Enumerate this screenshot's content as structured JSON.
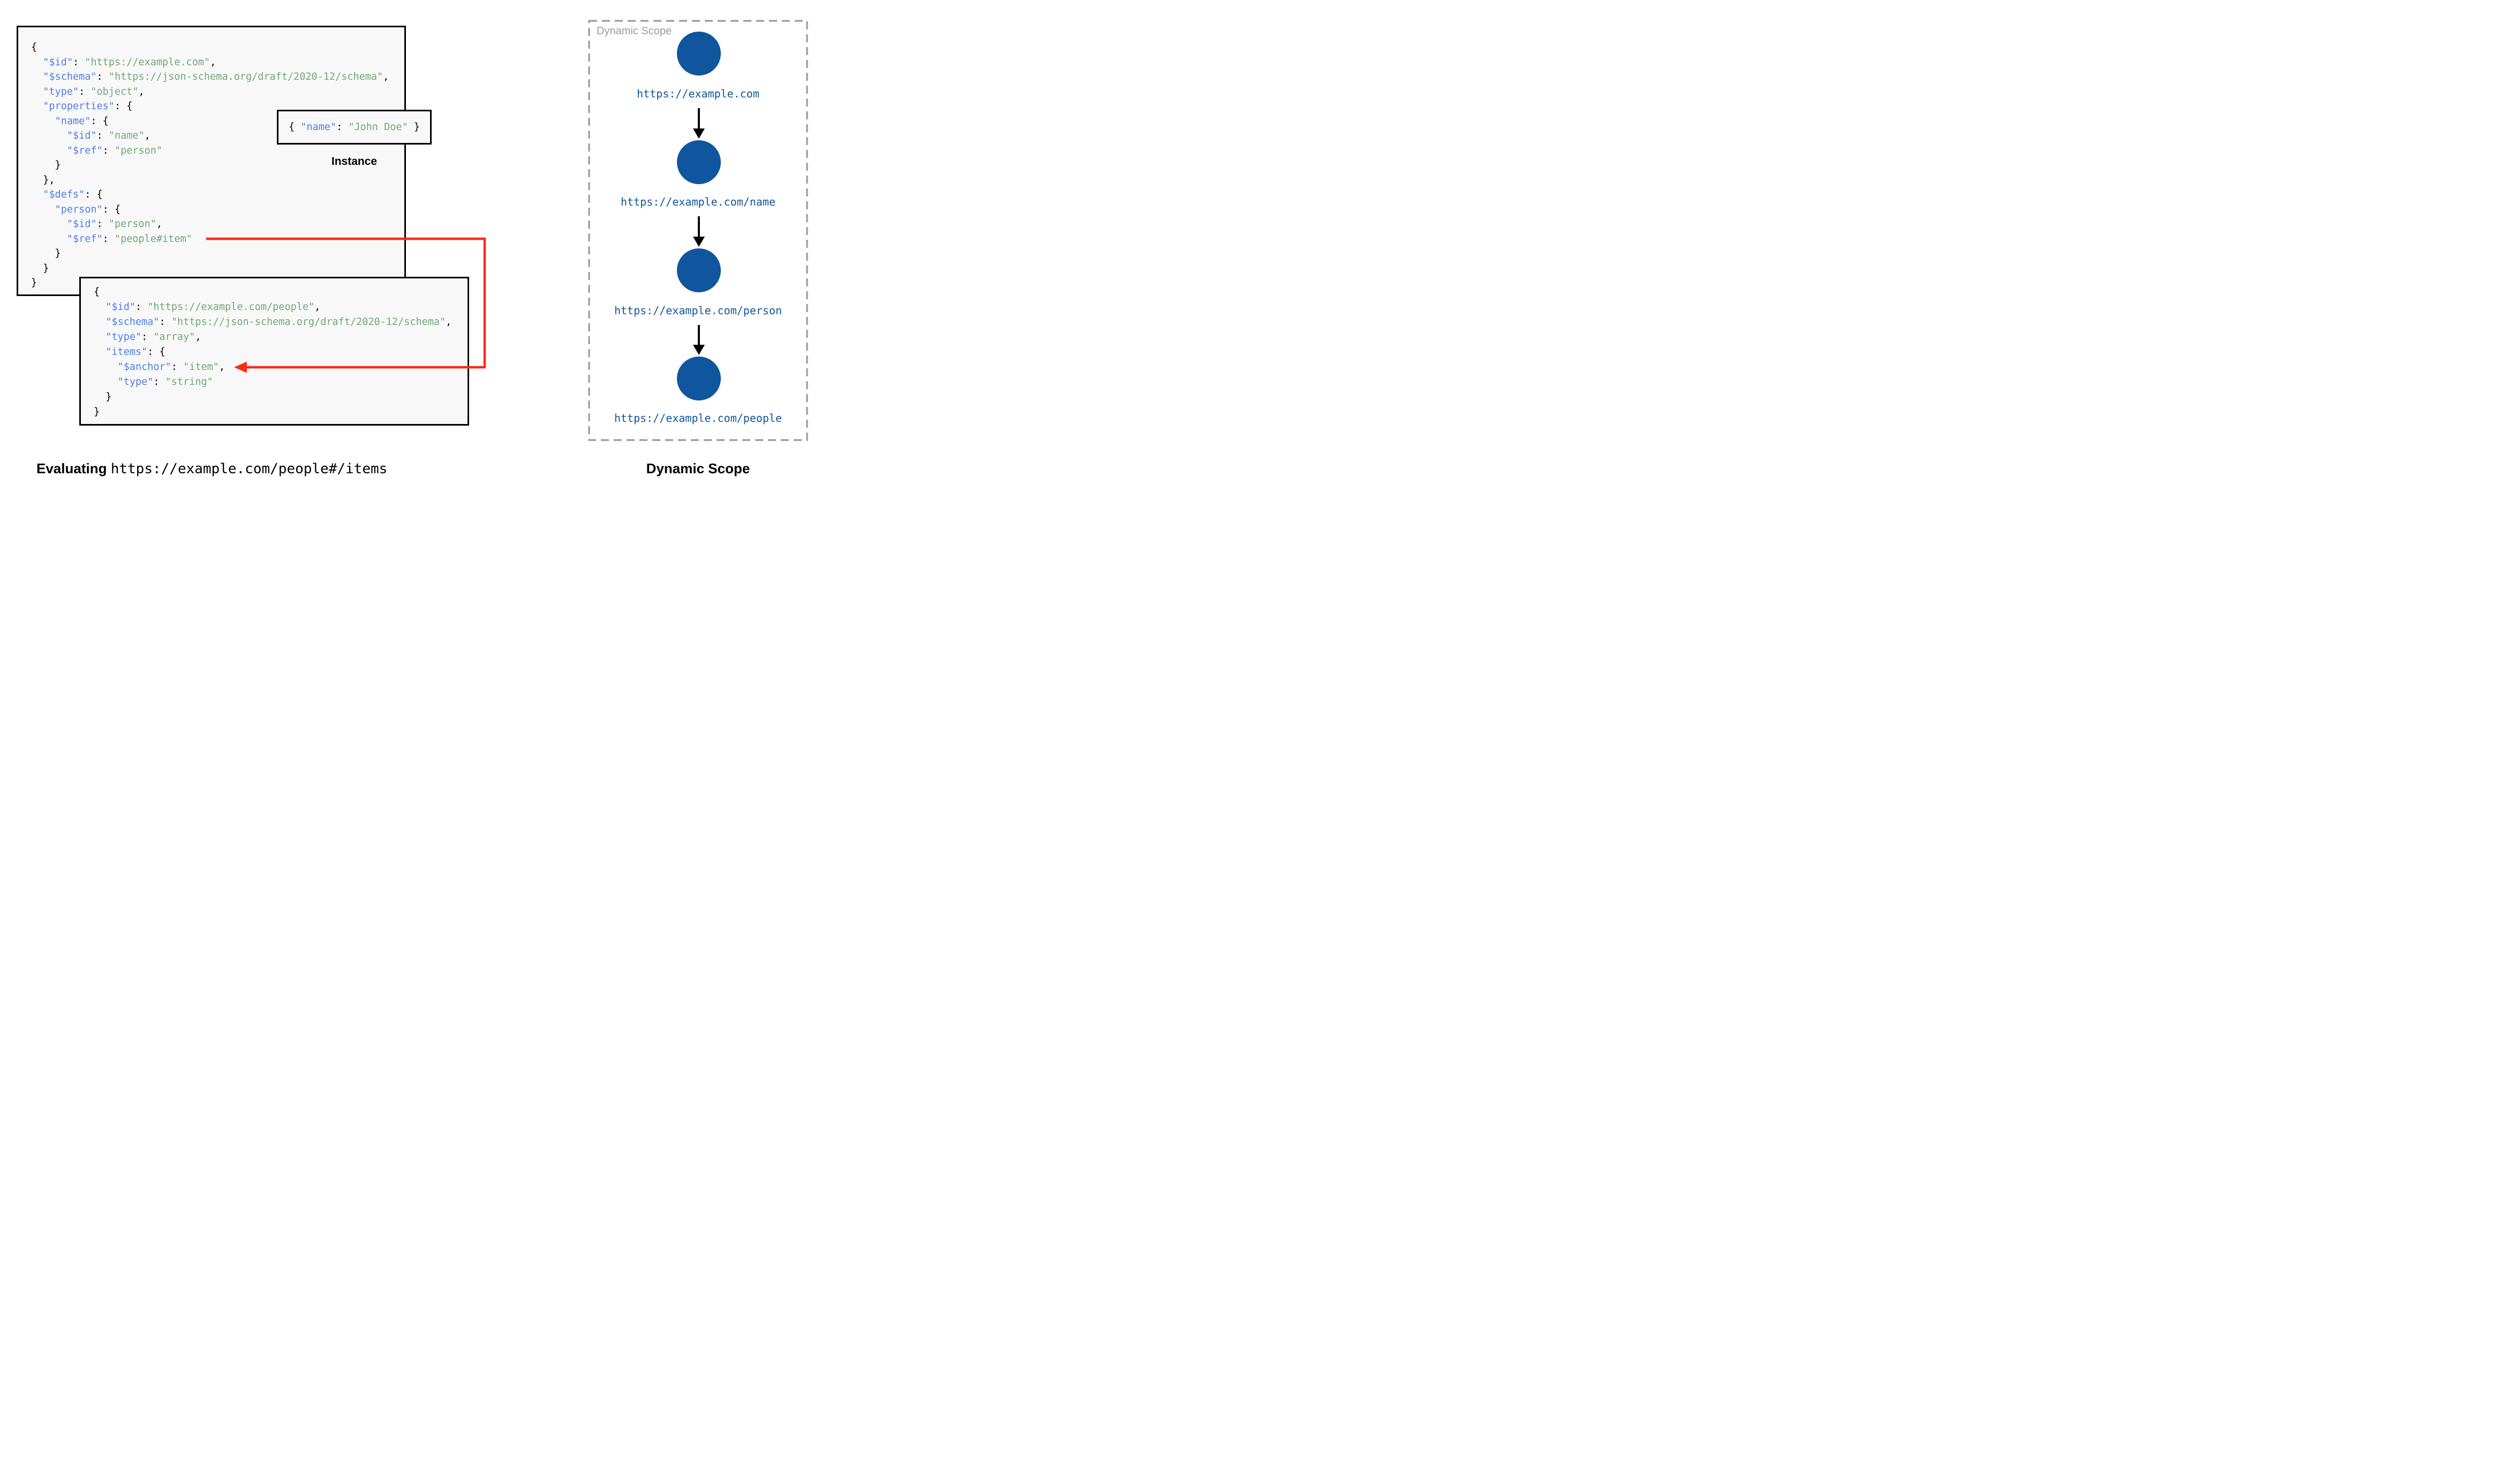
{
  "colors": {
    "key": "#4D7EE6",
    "string": "#6EA878",
    "punct": "#000000",
    "node": "#10569E",
    "node_text": "#10569E",
    "red": "#FB2B15",
    "gray": "#9B9B9B",
    "arrow_black": "#000000",
    "box_bg": "#F8F8F8",
    "box_border": "#000000"
  },
  "root_schema": {
    "lines": [
      [
        [
          "p",
          "{"
        ]
      ],
      [
        [
          "p",
          "  "
        ],
        [
          "k",
          "\"$id\""
        ],
        [
          "p",
          ": "
        ],
        [
          "s",
          "\"https://example.com\""
        ],
        [
          "p",
          ","
        ]
      ],
      [
        [
          "p",
          "  "
        ],
        [
          "k",
          "\"$schema\""
        ],
        [
          "p",
          ": "
        ],
        [
          "s",
          "\"https://json-schema.org/draft/2020-12/schema\""
        ],
        [
          "p",
          ","
        ]
      ],
      [
        [
          "p",
          "  "
        ],
        [
          "k",
          "\"type\""
        ],
        [
          "p",
          ": "
        ],
        [
          "s",
          "\"object\""
        ],
        [
          "p",
          ","
        ]
      ],
      [
        [
          "p",
          "  "
        ],
        [
          "k",
          "\"properties\""
        ],
        [
          "p",
          ": {"
        ]
      ],
      [
        [
          "p",
          "    "
        ],
        [
          "k",
          "\"name\""
        ],
        [
          "p",
          ": {"
        ]
      ],
      [
        [
          "p",
          "      "
        ],
        [
          "k",
          "\"$id\""
        ],
        [
          "p",
          ": "
        ],
        [
          "s",
          "\"name\""
        ],
        [
          "p",
          ","
        ]
      ],
      [
        [
          "p",
          "      "
        ],
        [
          "k",
          "\"$ref\""
        ],
        [
          "p",
          ": "
        ],
        [
          "s",
          "\"person\""
        ]
      ],
      [
        [
          "p",
          "    }"
        ]
      ],
      [
        [
          "p",
          "  },"
        ]
      ],
      [
        [
          "p",
          "  "
        ],
        [
          "k",
          "\"$defs\""
        ],
        [
          "p",
          ": {"
        ]
      ],
      [
        [
          "p",
          "    "
        ],
        [
          "k",
          "\"person\""
        ],
        [
          "p",
          ": {"
        ]
      ],
      [
        [
          "p",
          "      "
        ],
        [
          "k",
          "\"$id\""
        ],
        [
          "p",
          ": "
        ],
        [
          "s",
          "\"person\""
        ],
        [
          "p",
          ","
        ]
      ],
      [
        [
          "p",
          "      "
        ],
        [
          "k",
          "\"$ref\""
        ],
        [
          "p",
          ": "
        ],
        [
          "s",
          "\"people#item\""
        ]
      ],
      [
        [
          "p",
          "    }"
        ]
      ],
      [
        [
          "p",
          "  }"
        ]
      ],
      [
        [
          "p",
          "}"
        ]
      ]
    ]
  },
  "people_schema": {
    "lines": [
      [
        [
          "p",
          "{"
        ]
      ],
      [
        [
          "p",
          "  "
        ],
        [
          "k",
          "\"$id\""
        ],
        [
          "p",
          ": "
        ],
        [
          "s",
          "\"https://example.com/people\""
        ],
        [
          "p",
          ","
        ]
      ],
      [
        [
          "p",
          "  "
        ],
        [
          "k",
          "\"$schema\""
        ],
        [
          "p",
          ": "
        ],
        [
          "s",
          "\"https://json-schema.org/draft/2020-12/schema\""
        ],
        [
          "p",
          ","
        ]
      ],
      [
        [
          "p",
          "  "
        ],
        [
          "k",
          "\"type\""
        ],
        [
          "p",
          ": "
        ],
        [
          "s",
          "\"array\""
        ],
        [
          "p",
          ","
        ]
      ],
      [
        [
          "p",
          "  "
        ],
        [
          "k",
          "\"items\""
        ],
        [
          "p",
          ": {"
        ]
      ],
      [
        [
          "p",
          "    "
        ],
        [
          "k",
          "\"$anchor\""
        ],
        [
          "p",
          ": "
        ],
        [
          "s",
          "\"item\""
        ],
        [
          "p",
          ","
        ]
      ],
      [
        [
          "p",
          "    "
        ],
        [
          "k",
          "\"type\""
        ],
        [
          "p",
          ": "
        ],
        [
          "s",
          "\"string\""
        ]
      ],
      [
        [
          "p",
          "  }"
        ]
      ],
      [
        [
          "p",
          "}"
        ]
      ]
    ]
  },
  "instance": {
    "lines": [
      [
        [
          "p",
          "{ "
        ],
        [
          "k",
          "\"name\""
        ],
        [
          "p",
          ": "
        ],
        [
          "s",
          "\"John Doe\""
        ],
        [
          "p",
          " }"
        ]
      ]
    ],
    "caption": "Instance"
  },
  "dynamic_scope": {
    "frame_label": "Dynamic Scope",
    "caption": "Dynamic Scope",
    "nodes": [
      "https://example.com",
      "https://example.com/name",
      "https://example.com/person",
      "https://example.com/people"
    ]
  },
  "evaluating": {
    "label": "Evaluating",
    "uri": "https://example.com/people#/items"
  }
}
